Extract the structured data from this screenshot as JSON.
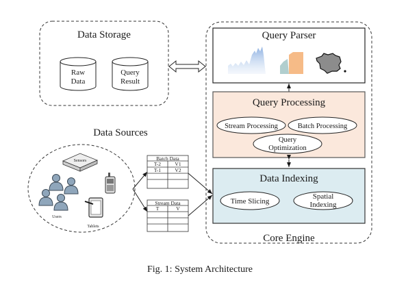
{
  "data_storage": {
    "title": "Data Storage",
    "stores": [
      {
        "line1": "Raw",
        "line2": "Data"
      },
      {
        "line1": "Query",
        "line2": "Result"
      }
    ]
  },
  "data_sources": {
    "title": "Data Sources",
    "items": {
      "sensors": "Sensors",
      "users": "Users",
      "tablets": "Tablets"
    }
  },
  "tables": {
    "batch": {
      "title": "Batch Data",
      "rows": [
        [
          "T-2",
          "V1"
        ],
        [
          "T-1",
          "V2"
        ],
        [
          "",
          ""
        ],
        [
          "",
          ""
        ]
      ]
    },
    "stream": {
      "title": "Stream Data",
      "rows": [
        [
          "T",
          "V"
        ],
        [
          "",
          ""
        ],
        [
          "",
          ""
        ],
        [
          "",
          ""
        ]
      ]
    }
  },
  "core_engine": {
    "label": "Core Engine",
    "query_parser": {
      "title": "Query Parser",
      "colors": {
        "blue": "#8fb4e3",
        "orange": "#f5b47a",
        "teal": "#a9c9c9",
        "map": "#8c8c8c"
      }
    },
    "query_processing": {
      "title": "Query Processing",
      "bg": "#fbe8dc",
      "modules": {
        "stream": "Stream Processing",
        "batch": "Batch Processing",
        "opt_line1": "Query",
        "opt_line2": "Optimization"
      }
    },
    "data_indexing": {
      "title": "Data Indexing",
      "bg": "#dcecf1",
      "modules": {
        "time": "Time Slicing",
        "spatial_line1": "Spatial",
        "spatial_line2": "Indexing"
      }
    }
  },
  "caption": "Fig. 1: System Architecture"
}
